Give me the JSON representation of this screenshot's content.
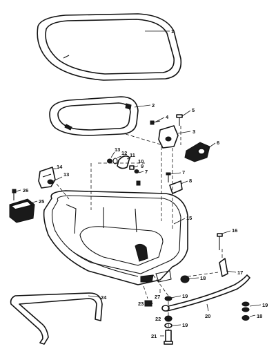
{
  "diagram": {
    "callouts": [
      {
        "id": "1",
        "label": "1"
      },
      {
        "id": "2",
        "label": "2"
      },
      {
        "id": "3",
        "label": "3"
      },
      {
        "id": "4",
        "label": "4"
      },
      {
        "id": "5",
        "label": "5"
      },
      {
        "id": "6",
        "label": "6"
      },
      {
        "id": "7a",
        "label": "7"
      },
      {
        "id": "7b",
        "label": "7"
      },
      {
        "id": "8",
        "label": "8"
      },
      {
        "id": "9",
        "label": "9"
      },
      {
        "id": "10",
        "label": "10"
      },
      {
        "id": "11",
        "label": "11"
      },
      {
        "id": "12",
        "label": "12"
      },
      {
        "id": "13a",
        "label": "13"
      },
      {
        "id": "13b",
        "label": "13"
      },
      {
        "id": "14",
        "label": "14"
      },
      {
        "id": "15",
        "label": "15"
      },
      {
        "id": "16",
        "label": "16"
      },
      {
        "id": "17",
        "label": "17"
      },
      {
        "id": "18a",
        "label": "18"
      },
      {
        "id": "18b",
        "label": "18"
      },
      {
        "id": "19a",
        "label": "19"
      },
      {
        "id": "19b",
        "label": "19"
      },
      {
        "id": "19c",
        "label": "19"
      },
      {
        "id": "20",
        "label": "20"
      },
      {
        "id": "21",
        "label": "21"
      },
      {
        "id": "22",
        "label": "22"
      },
      {
        "id": "23",
        "label": "23"
      },
      {
        "id": "24",
        "label": "24"
      },
      {
        "id": "25",
        "label": "25"
      },
      {
        "id": "26",
        "label": "26"
      },
      {
        "id": "27",
        "label": "27"
      }
    ]
  }
}
